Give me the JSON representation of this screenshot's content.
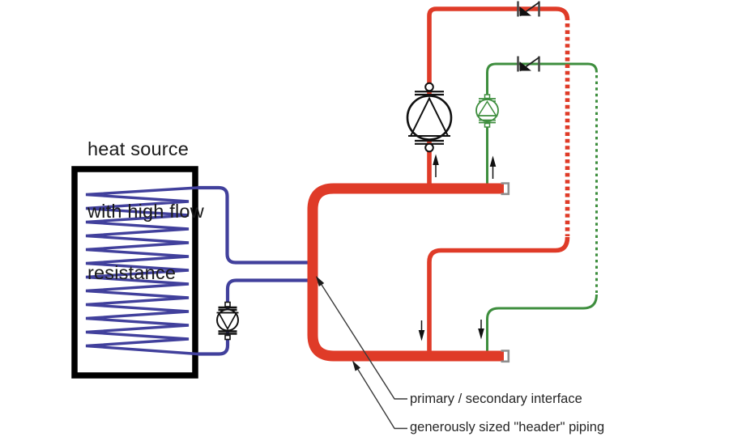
{
  "labels": {
    "heat_source_line1": "heat source",
    "heat_source_line2": "with high flow",
    "heat_source_line3": "resistance",
    "primary_secondary_interface": "primary / secondary interface",
    "header_piping": "generously sized \"header\" piping"
  },
  "colors": {
    "primary_red": "#df3b28",
    "secondary_green": "#3e8e3e",
    "heat_source_blue": "#41409c",
    "pipe_cap_gray": "#8e8e8e",
    "annotation_black": "#1b1b1b",
    "check_valve_gray": "#4a4a4a"
  },
  "icons": {
    "pump_primary": "pump-circulator-icon-up",
    "pump_secondary": "pump-circulator-icon-up-small",
    "pump_heat_source": "pump-circulator-icon-down",
    "check_valve": "swing-check-valve-icon",
    "flow_arrow_up": "flow-direction-up-arrow-icon",
    "flow_arrow_down": "flow-direction-down-arrow-icon",
    "pipe_end_cap": "pipe-end-cap-bracket-icon"
  }
}
